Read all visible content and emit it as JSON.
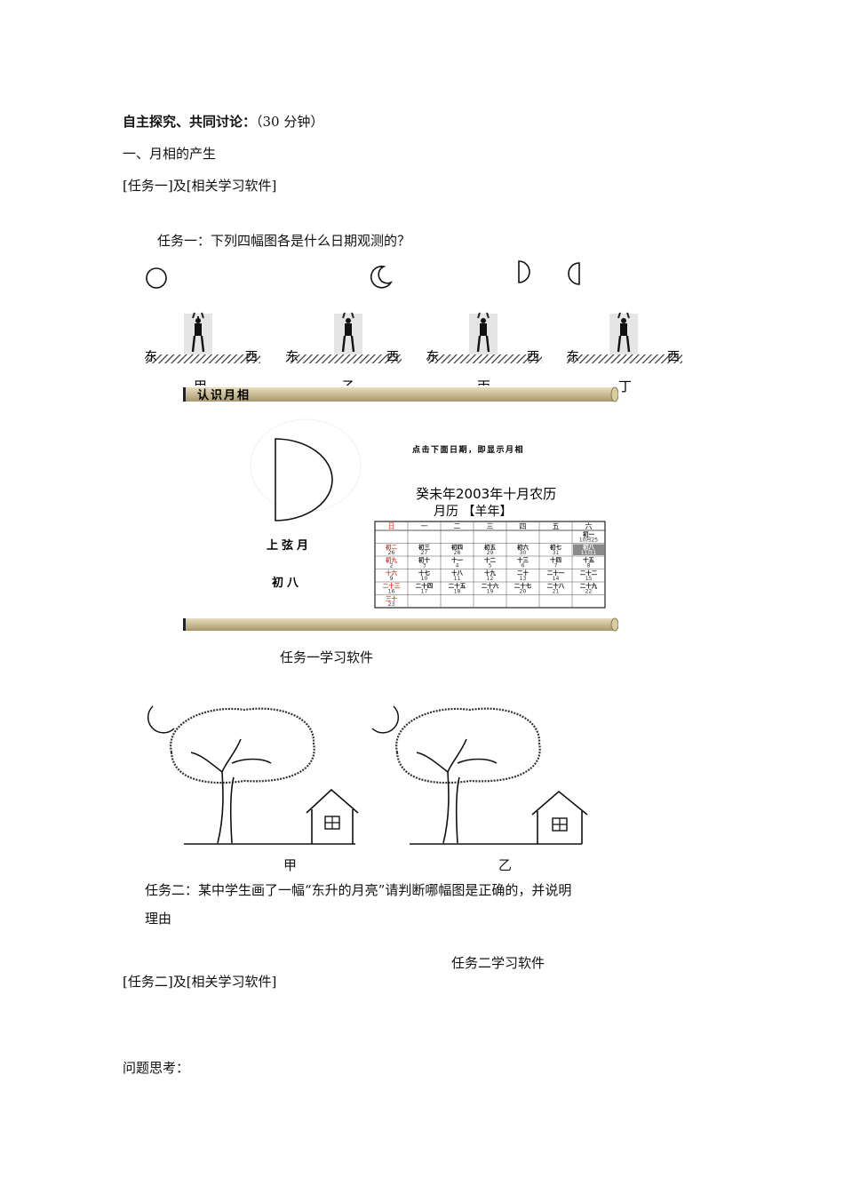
{
  "section": {
    "heading": "自主探究、共同讨论：",
    "heading_time": "（30 分钟）",
    "sub1": "一、月相的产生",
    "task1_ref": "[任务一]及[相关学习软件]",
    "task1_question": "任务一：下列四幅图各是什么日期观测的？"
  },
  "observers": [
    {
      "east": "东",
      "west": "西",
      "label": "甲"
    },
    {
      "east": "东",
      "west": "西",
      "label": "乙"
    },
    {
      "east": "东",
      "west": "西",
      "label": "丙"
    },
    {
      "east": "东",
      "west": "西",
      "label": "丁"
    }
  ],
  "software1": {
    "title": "认识月相",
    "hint": "点击下面日期，即显示月相",
    "cal_title1": "癸未年2003年十月农历",
    "cal_title2": "月历 【羊年】",
    "phase_name": "上弦月",
    "phase_day": "初八",
    "weekdays": [
      "日",
      "一",
      "二",
      "三",
      "四",
      "五",
      "六"
    ],
    "rows": [
      [
        [
          "",
          ""
        ],
        [
          "",
          ""
        ],
        [
          "",
          ""
        ],
        [
          "",
          ""
        ],
        [
          "",
          ""
        ],
        [
          "",
          ""
        ],
        [
          "初一",
          "10月25"
        ]
      ],
      [
        [
          "初二",
          "26"
        ],
        [
          "初三",
          "27"
        ],
        [
          "初四",
          "28"
        ],
        [
          "初五",
          "29"
        ],
        [
          "初六",
          "30"
        ],
        [
          "初七",
          "31"
        ],
        [
          "初八",
          "11月1"
        ]
      ],
      [
        [
          "初九",
          "2"
        ],
        [
          "初十",
          "3"
        ],
        [
          "十一",
          "4"
        ],
        [
          "十二",
          "5"
        ],
        [
          "十三",
          "6"
        ],
        [
          "十四",
          "7"
        ],
        [
          "十五",
          "8"
        ]
      ],
      [
        [
          "十六",
          "9"
        ],
        [
          "十七",
          "10"
        ],
        [
          "十八",
          "11"
        ],
        [
          "十九",
          "12"
        ],
        [
          "二十",
          "13"
        ],
        [
          "二十一",
          "14"
        ],
        [
          "二十二",
          "15"
        ]
      ],
      [
        [
          "二十三",
          "16"
        ],
        [
          "二十四",
          "17"
        ],
        [
          "二十五",
          "18"
        ],
        [
          "二十六",
          "19"
        ],
        [
          "二十七",
          "20"
        ],
        [
          "二十八",
          "21"
        ],
        [
          "二十九",
          "22"
        ]
      ],
      [
        [
          "三十",
          "23"
        ],
        [
          "",
          ""
        ],
        [
          "",
          ""
        ],
        [
          "",
          ""
        ],
        [
          "",
          ""
        ],
        [
          "",
          ""
        ],
        [
          "",
          ""
        ]
      ]
    ],
    "caption": "任务一学习软件"
  },
  "trees": {
    "label_a": "甲",
    "label_b": "乙"
  },
  "task2": {
    "line1": "任务二：某中学生画了一幅“东升的月亮”请判断哪幅图是正确的，并说明",
    "line2": "理由",
    "software_caption": "任务二学习软件",
    "ref": "[任务二]及[相关学习软件]"
  },
  "question_heading": "问题思考：",
  "colors": {
    "red": "#d03a2a",
    "bar_gold": "#c9b98a",
    "selected_cell": "#8a8a8a"
  }
}
